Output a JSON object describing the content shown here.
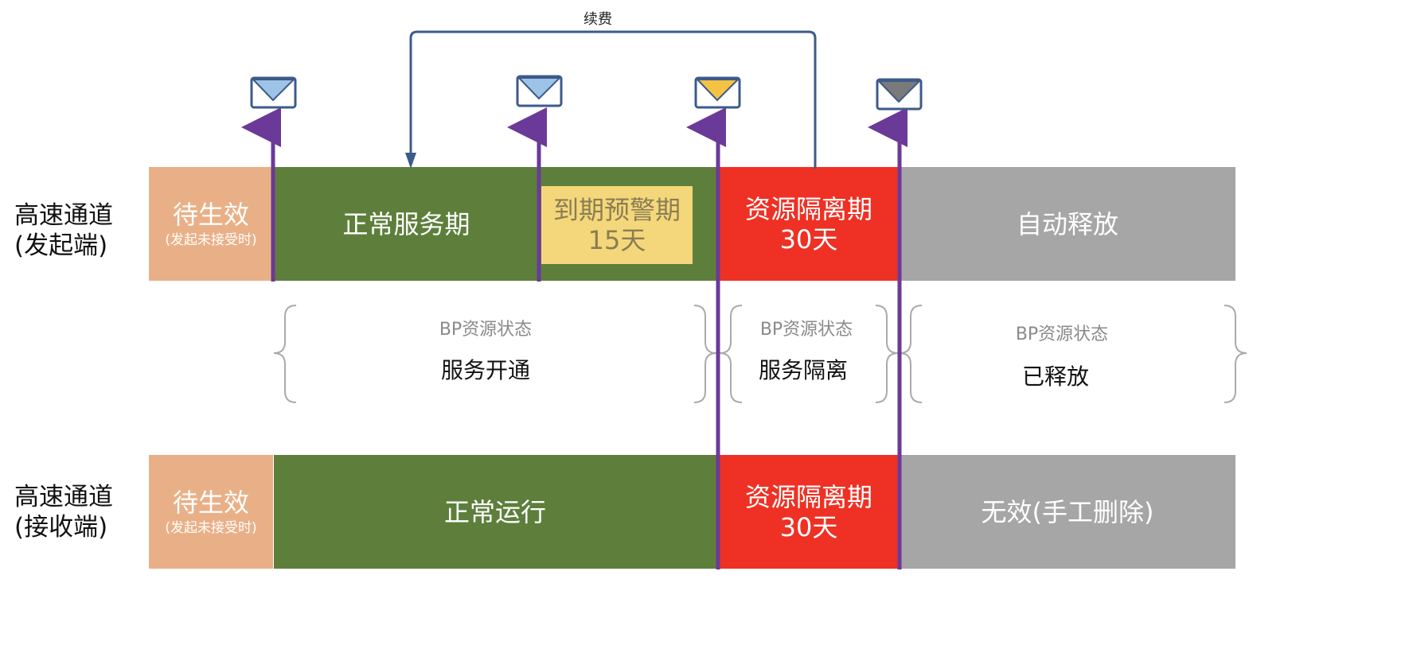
{
  "renew": {
    "label": "续费"
  },
  "rows": {
    "sender": {
      "label_line1": "高速通道",
      "label_line2": "(发起端)",
      "pending": {
        "title": "待生效",
        "sub": "(发起未接受时)"
      },
      "normal": {
        "title": "正常服务期"
      },
      "warning": {
        "title": "到期预警期",
        "days": "15天"
      },
      "isolation": {
        "title": "资源隔离期",
        "days": "30天"
      },
      "release": {
        "title": "自动释放"
      }
    },
    "receiver": {
      "label_line1": "高速通道",
      "label_line2": "(接收端)",
      "pending": {
        "title": "待生效",
        "sub": "(发起未接受时)"
      },
      "normal": {
        "title": "正常运行"
      },
      "isolation": {
        "title": "资源隔离期",
        "days": "30天"
      },
      "invalid": {
        "title": "无效(手工删除)"
      }
    }
  },
  "bp_states": [
    {
      "caption": "BP资源状态",
      "value": "服务开通"
    },
    {
      "caption": "BP资源状态",
      "value": "服务隔离"
    },
    {
      "caption": "BP资源状态",
      "value": "已释放"
    }
  ],
  "colors": {
    "pending": "#e9b087",
    "normal": "#5d7f3b",
    "warning": "#f4d77a",
    "isolation": "#ee3124",
    "release": "#a6a6a6",
    "marker": "#6b3a98",
    "renew_line": "#3d5a8a",
    "envelope_blue": "#9dc3e6",
    "envelope_yellow": "#f5c244",
    "envelope_gray": "#7a7a7a"
  },
  "icons": [
    "envelope-icon-blue",
    "envelope-icon-blue",
    "envelope-icon-yellow",
    "envelope-icon-gray"
  ]
}
